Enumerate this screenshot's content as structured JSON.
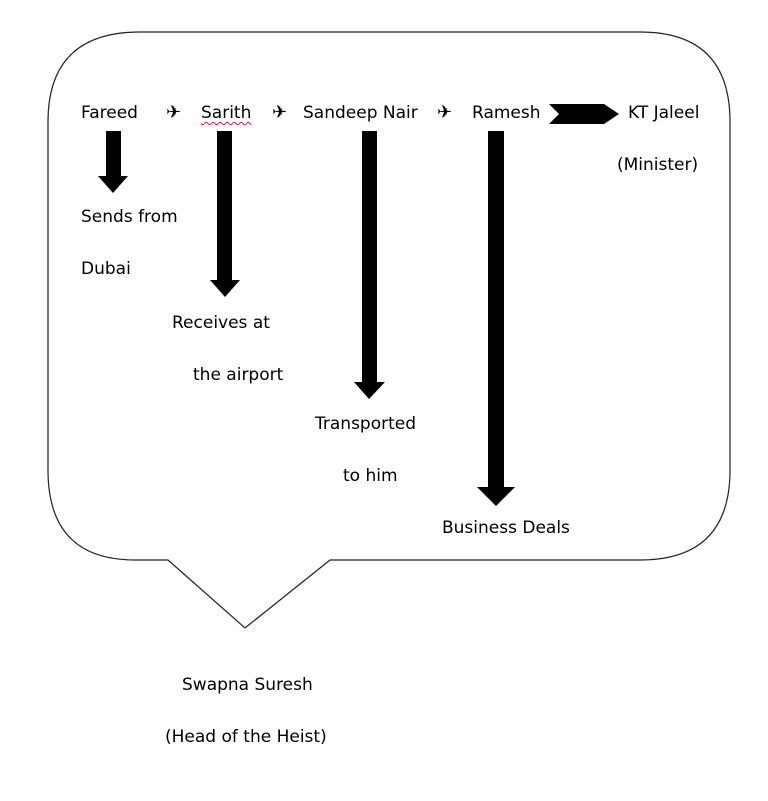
{
  "chain": {
    "fareed": "Fareed",
    "sarith": "Sarith",
    "sandeep": "Sandeep Nair",
    "ramesh": "Ramesh",
    "kt_jaleel": "KT Jaleel",
    "minister": "(Minister)",
    "arrow_glyph": "✈"
  },
  "roles": {
    "fareed_line1": "Sends from",
    "fareed_line2": "Dubai",
    "sarith_line1": "Receives at",
    "sarith_line2": "the airport",
    "sandeep_line1": "Transported",
    "sandeep_line2": "to him",
    "ramesh_line1": "Business Deals"
  },
  "head": {
    "name": "Swapna Suresh",
    "title": "(Head of the Heist)"
  },
  "colors": {
    "arrow": "#000000",
    "bubble_stroke": "#222222",
    "spellcheck_underline": "#d42020"
  }
}
